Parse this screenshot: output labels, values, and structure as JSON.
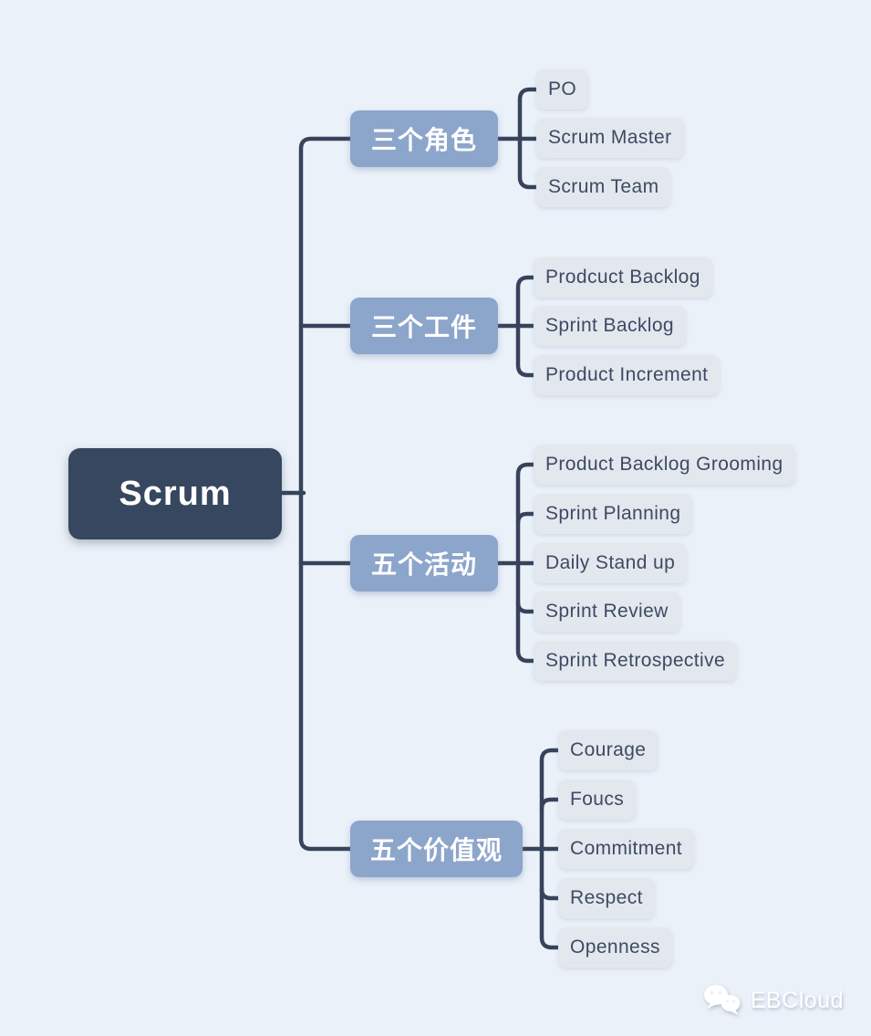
{
  "colors": {
    "page_bg": "#EBF1F9",
    "root_bg": "#36475F",
    "root_text": "#FFFFFF",
    "branch_bg": "#8CA5CB",
    "branch_text": "#FFFFFF",
    "leaf_bg": "#E3E8EF",
    "leaf_text": "#3E4A63",
    "line_color": "#36435A",
    "watermark_color": "#FFFFFF"
  },
  "mindmap": {
    "root": {
      "label": "Scrum"
    },
    "branches": [
      {
        "label": "三个角色",
        "children": [
          "PO",
          "Scrum Master",
          "Scrum Team"
        ]
      },
      {
        "label": "三个工件",
        "children": [
          "Prodcuct Backlog",
          "Sprint Backlog",
          "Product Increment"
        ]
      },
      {
        "label": "五个活动",
        "children": [
          "Product Backlog Grooming",
          "Sprint Planning",
          "Daily Stand up",
          "Sprint Review",
          "Sprint Retrospective"
        ]
      },
      {
        "label": "五个价值观",
        "children": [
          "Courage",
          "Foucs",
          "Commitment",
          "Respect",
          "Openness"
        ]
      }
    ]
  },
  "watermark": {
    "label": "EBCloud",
    "icon": "wechat-icon"
  }
}
